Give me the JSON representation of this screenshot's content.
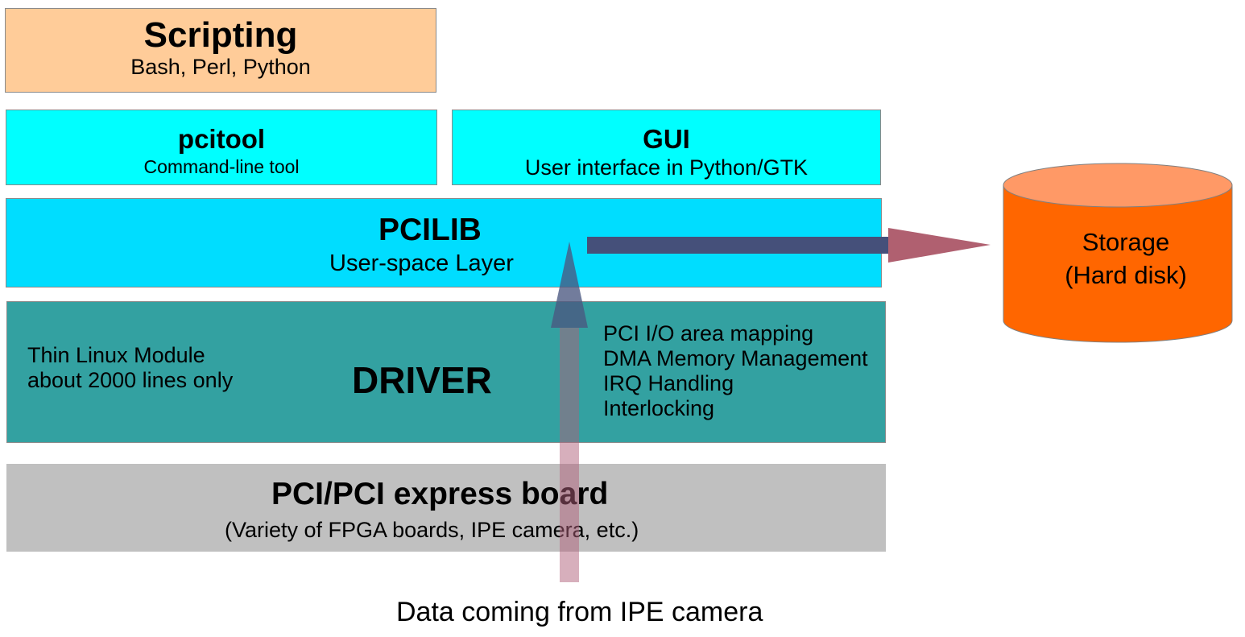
{
  "scripting": {
    "title": "Scripting",
    "subtitle": "Bash, Perl, Python"
  },
  "pcitool": {
    "title": "pcitool",
    "subtitle": "Command-line tool"
  },
  "gui": {
    "title": "GUI",
    "subtitle": "User interface in Python/GTK"
  },
  "pcilib": {
    "title": "PCILIB",
    "subtitle": "User-space Layer"
  },
  "driver": {
    "title": "DRIVER",
    "left_lines": [
      "Thin Linux Module",
      "about 2000 lines only"
    ],
    "features": [
      "PCI I/O area mapping",
      "DMA Memory Management",
      "IRQ Handling",
      "Interlocking"
    ]
  },
  "board": {
    "title": "PCI/PCI express board",
    "subtitle": "(Variety of FPGA boards, IPE camera, etc.)"
  },
  "storage": {
    "lines": [
      "Storage",
      "(Hard disk)"
    ]
  },
  "footer": {
    "caption": "Data coming from IPE camera"
  },
  "colors": {
    "scripting": "#ffcc99",
    "tool_boxes": "#00ffff",
    "pcilib": "#00ddff",
    "driver": "#33a1a1",
    "board": "#c0c0c0",
    "storage_body": "#ff6600",
    "storage_top": "#ff9966",
    "arrow_shaft": "#45507a",
    "arrow_head": "#b06070",
    "up_arrow_pink": "#d3a3b0"
  }
}
